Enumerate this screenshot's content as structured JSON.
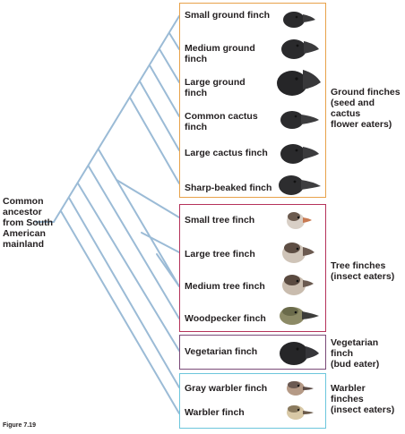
{
  "ancestor_label": "Common\nancestor\nfrom South\nAmerican\nmainland",
  "figure_label": "Figure 7.19",
  "species": [
    "Small ground finch",
    "Medium ground\nfinch",
    "Large ground\nfinch",
    "Common cactus\nfinch",
    "Large cactus finch",
    "Sharp-beaked finch",
    "Small tree finch",
    "Large tree finch",
    "Medium tree finch",
    "Woodpecker finch",
    "Vegetarian finch",
    "Gray warbler finch",
    "Warbler finch"
  ],
  "groups": [
    {
      "label": "Ground finches\n(seed and cactus\nflower eaters)",
      "color": "#e8a24a"
    },
    {
      "label": "Tree finches\n(insect eaters)",
      "color": "#b5325a"
    },
    {
      "label": "Vegetarian\nfinch\n(bud eater)",
      "color": "#7a4a78"
    },
    {
      "label": "Warbler\nfinches\n(insect eaters)",
      "color": "#6cc6dc"
    }
  ],
  "tree_color": "#9bbbd6"
}
